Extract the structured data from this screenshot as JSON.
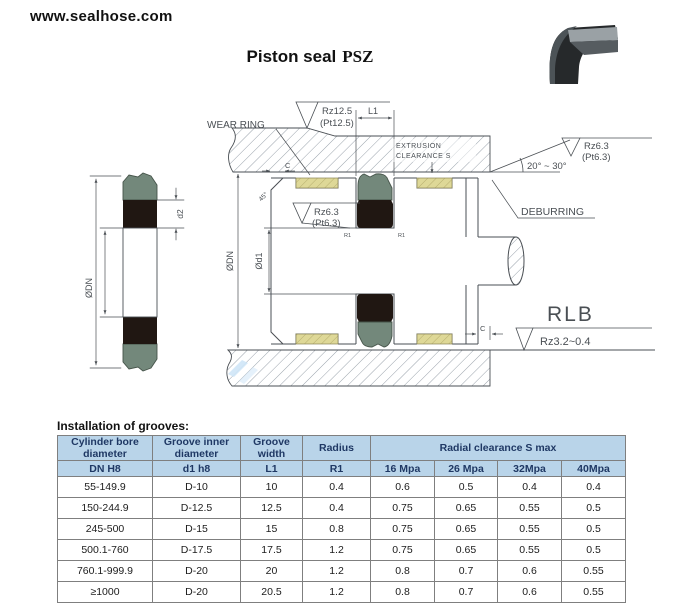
{
  "site": "www.sealhose.com",
  "title": "Piston seal",
  "title_code": "PSZ",
  "drawing": {
    "wear_ring": "WEAR RING",
    "rz125": "Rz12.5",
    "pt125": "(Pt12.5)",
    "l1": "L1",
    "extrusion_line1": "EXTRUSION",
    "extrusion_line2": "CLEARANCE S",
    "rz63_right": "Rz6.3",
    "pt63_right": "(Pt6.3)",
    "angle_range": "20° ~ 30°",
    "deburring": "DEBURRING",
    "rz63_groove": "Rz6.3",
    "pt63_groove": "(Pt6.3)",
    "rlb": "RLB",
    "rz32": "Rz3.2~0.4",
    "dia_bore_main": "ØDN",
    "dia_groove_main": "Ød1",
    "dia_bore_section": "ØDN",
    "d2": "d2",
    "c_top": "C",
    "c_right": "C",
    "angle45": "45°",
    "r1_left": "R1",
    "r1_right": "R1"
  },
  "table": {
    "caption": "Installation of grooves:",
    "col1_title": "Cylinder bore diameter",
    "col2_title": "Groove inner diameter",
    "col3_title": "Groove width",
    "col4_title": "Radius",
    "group_header": "Radial clearance S max",
    "sub": [
      "DN H8",
      "d1 h8",
      "L1",
      "R1",
      "16 Mpa",
      "26 Mpa",
      "32Mpa",
      "40Mpa"
    ],
    "rows": [
      [
        "55-149.9",
        "D-10",
        "10",
        "0.4",
        "0.6",
        "0.5",
        "0.4",
        "0.4"
      ],
      [
        "150-244.9",
        "D-12.5",
        "12.5",
        "0.4",
        "0.75",
        "0.65",
        "0.55",
        "0.5"
      ],
      [
        "245-500",
        "D-15",
        "15",
        "0.8",
        "0.75",
        "0.65",
        "0.55",
        "0.5"
      ],
      [
        "500.1-760",
        "D-17.5",
        "17.5",
        "1.2",
        "0.75",
        "0.65",
        "0.55",
        "0.5"
      ],
      [
        "760.1-999.9",
        "D-20",
        "20",
        "1.2",
        "0.8",
        "0.7",
        "0.6",
        "0.55"
      ],
      [
        "≥1000",
        "D-20",
        "20.5",
        "1.2",
        "0.8",
        "0.7",
        "0.6",
        "0.55"
      ]
    ]
  },
  "colors": {
    "seal_green": "#73887b",
    "seal_black": "#201712",
    "wear_ring_yellow": "#ded897",
    "table_header_bg": "#b9d4e9",
    "table_header_text": "#1f3864"
  }
}
